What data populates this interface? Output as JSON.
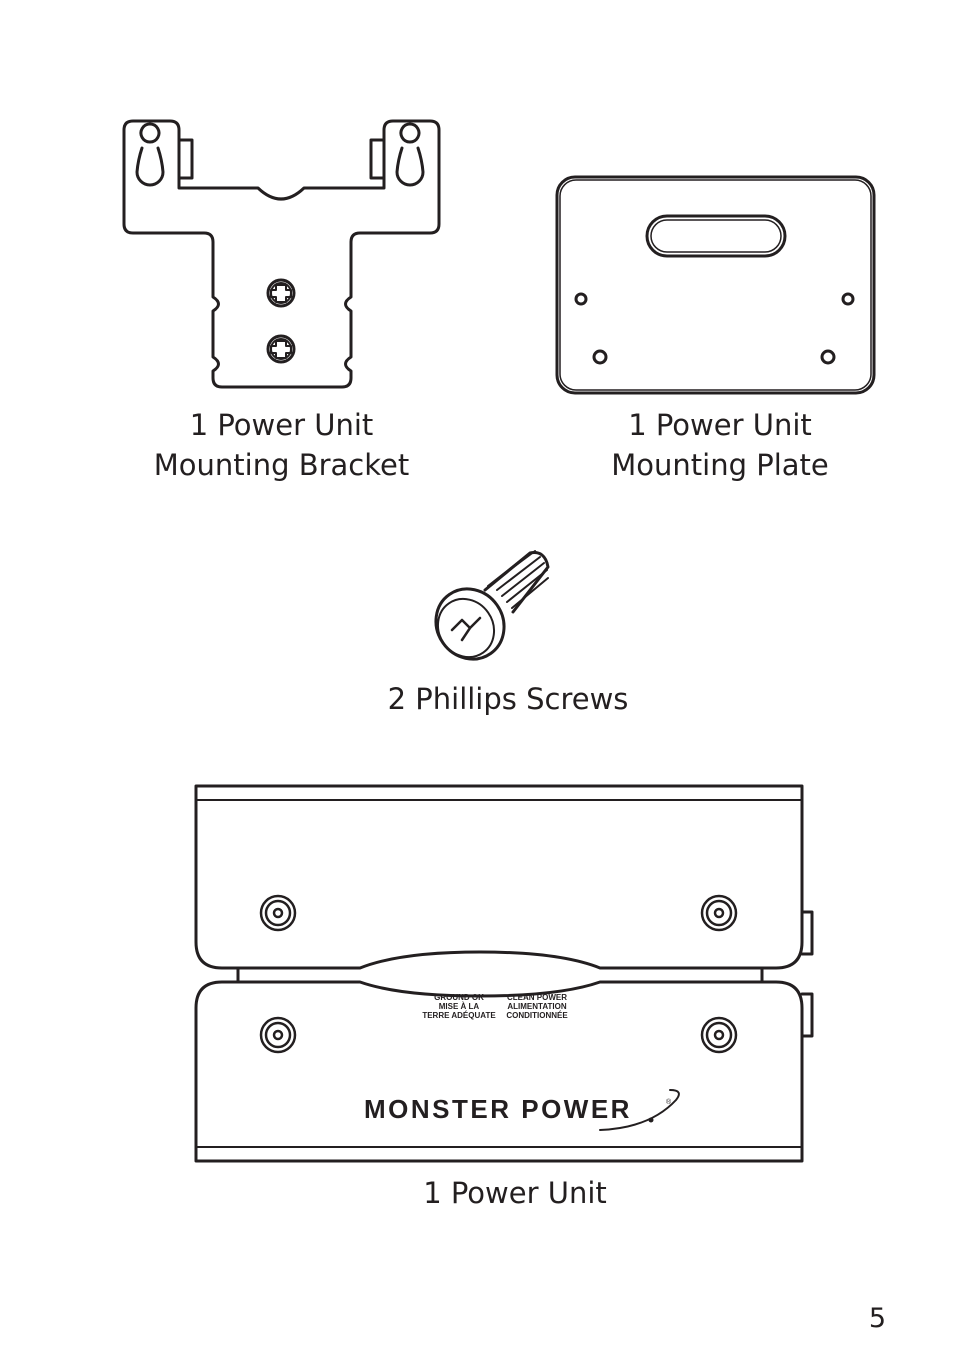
{
  "items": [
    {
      "id": "bracket",
      "count_label": "1 Power Unit",
      "name_label": "Mounting Bracket"
    },
    {
      "id": "plate",
      "count_label": "1 Power Unit",
      "name_label": "Mounting Plate"
    },
    {
      "id": "screws",
      "label": "2 Phillips Screws"
    },
    {
      "id": "power-unit",
      "label": "1 Power Unit"
    }
  ],
  "power_unit_panel": {
    "ground_ok_line1": "GROUND OK",
    "ground_ok_line2": "MISE À LA",
    "ground_ok_line3": "TERRE ADÉQUATE",
    "clean_power_line1": "CLEAN POWER",
    "clean_power_line2": "ALIMENTATION",
    "clean_power_line3": "CONDITIONNÉE",
    "brand": "MONSTER POWER",
    "registered_mark": "®"
  },
  "page_number": "5"
}
